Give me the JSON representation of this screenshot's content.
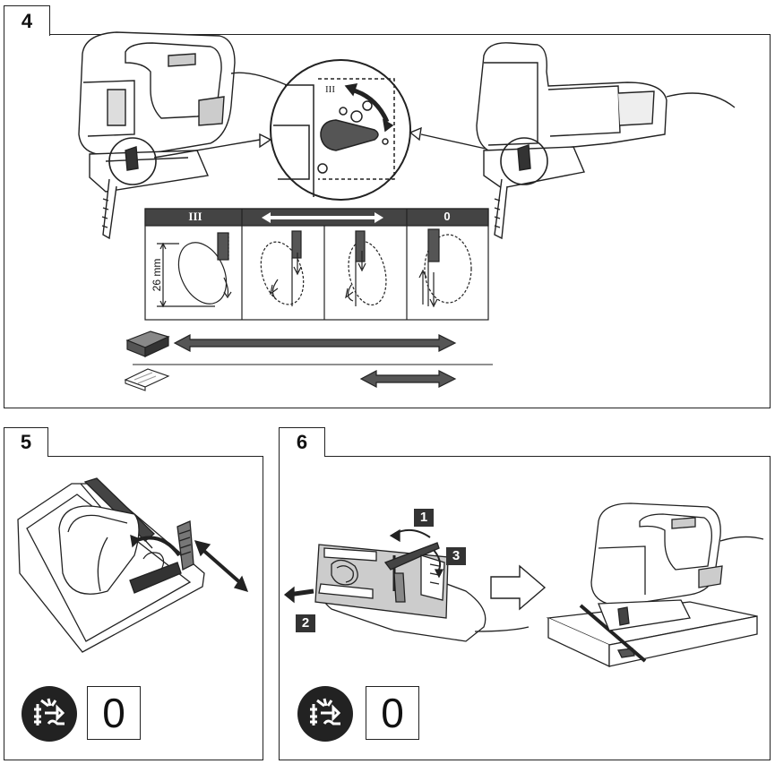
{
  "panels": {
    "p4": {
      "number": "4"
    },
    "p5": {
      "number": "5"
    },
    "p6": {
      "number": "6"
    }
  },
  "orbit_table": {
    "headers": {
      "left": "III",
      "right": "0"
    },
    "dimension_label": "26 mm"
  },
  "step_badges": [
    "1",
    "2",
    "3"
  ],
  "mode_setting": "0",
  "icons": {
    "unplug": "unplug-power-icon",
    "thick_material": "thick-wood-board-icon",
    "thin_material": "thin-sheet-material-icon",
    "double_arrow": "double-arrow-icon",
    "process_arrow": "hollow-right-arrow-icon"
  },
  "colors": {
    "line": "#222222",
    "fill_dark": "#3a3a3a",
    "fill_mid": "#8a8a8a",
    "bg": "#ffffff"
  }
}
